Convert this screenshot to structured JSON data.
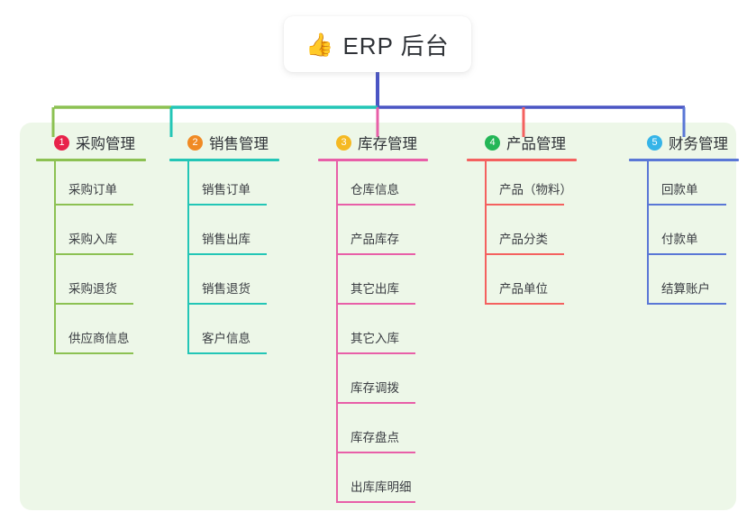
{
  "diagram": {
    "title": "ERP 后台",
    "root": {
      "icon": "thumbs-up-icon",
      "emoji": "👍",
      "label": "ERP 后台"
    },
    "panel_background": "#edf7e8",
    "trunk_color": "#4a55c4",
    "columns": [
      {
        "index": "1",
        "badge_number": "1",
        "badge_color": "#e8234a",
        "accent": "#8cc152",
        "title": "采购管理",
        "items": [
          "采购订单",
          "采购入库",
          "采购退货",
          "供应商信息"
        ]
      },
      {
        "index": "2",
        "badge_number": "2",
        "badge_color": "#f08a24",
        "accent": "#23c6b6",
        "title": "销售管理",
        "items": [
          "销售订单",
          "销售出库",
          "销售退货",
          "客户信息"
        ]
      },
      {
        "index": "3",
        "badge_number": "3",
        "badge_color": "#f5b922",
        "accent": "#e85fa8",
        "title": "库存管理",
        "items": [
          "仓库信息",
          "产品库存",
          "其它出库",
          "其它入库",
          "库存调拨",
          "库存盘点",
          "出库库明细"
        ]
      },
      {
        "index": "4",
        "badge_number": "4",
        "badge_color": "#24b657",
        "accent": "#f4615f",
        "title": "产品管理",
        "items": [
          "产品（物料）",
          "产品分类",
          "产品单位"
        ]
      },
      {
        "index": "5",
        "badge_number": "5",
        "badge_color": "#35b4e8",
        "accent": "#5a77d6",
        "title": "财务管理",
        "items": [
          "回款单",
          "付款单",
          "结算账户"
        ]
      }
    ]
  }
}
